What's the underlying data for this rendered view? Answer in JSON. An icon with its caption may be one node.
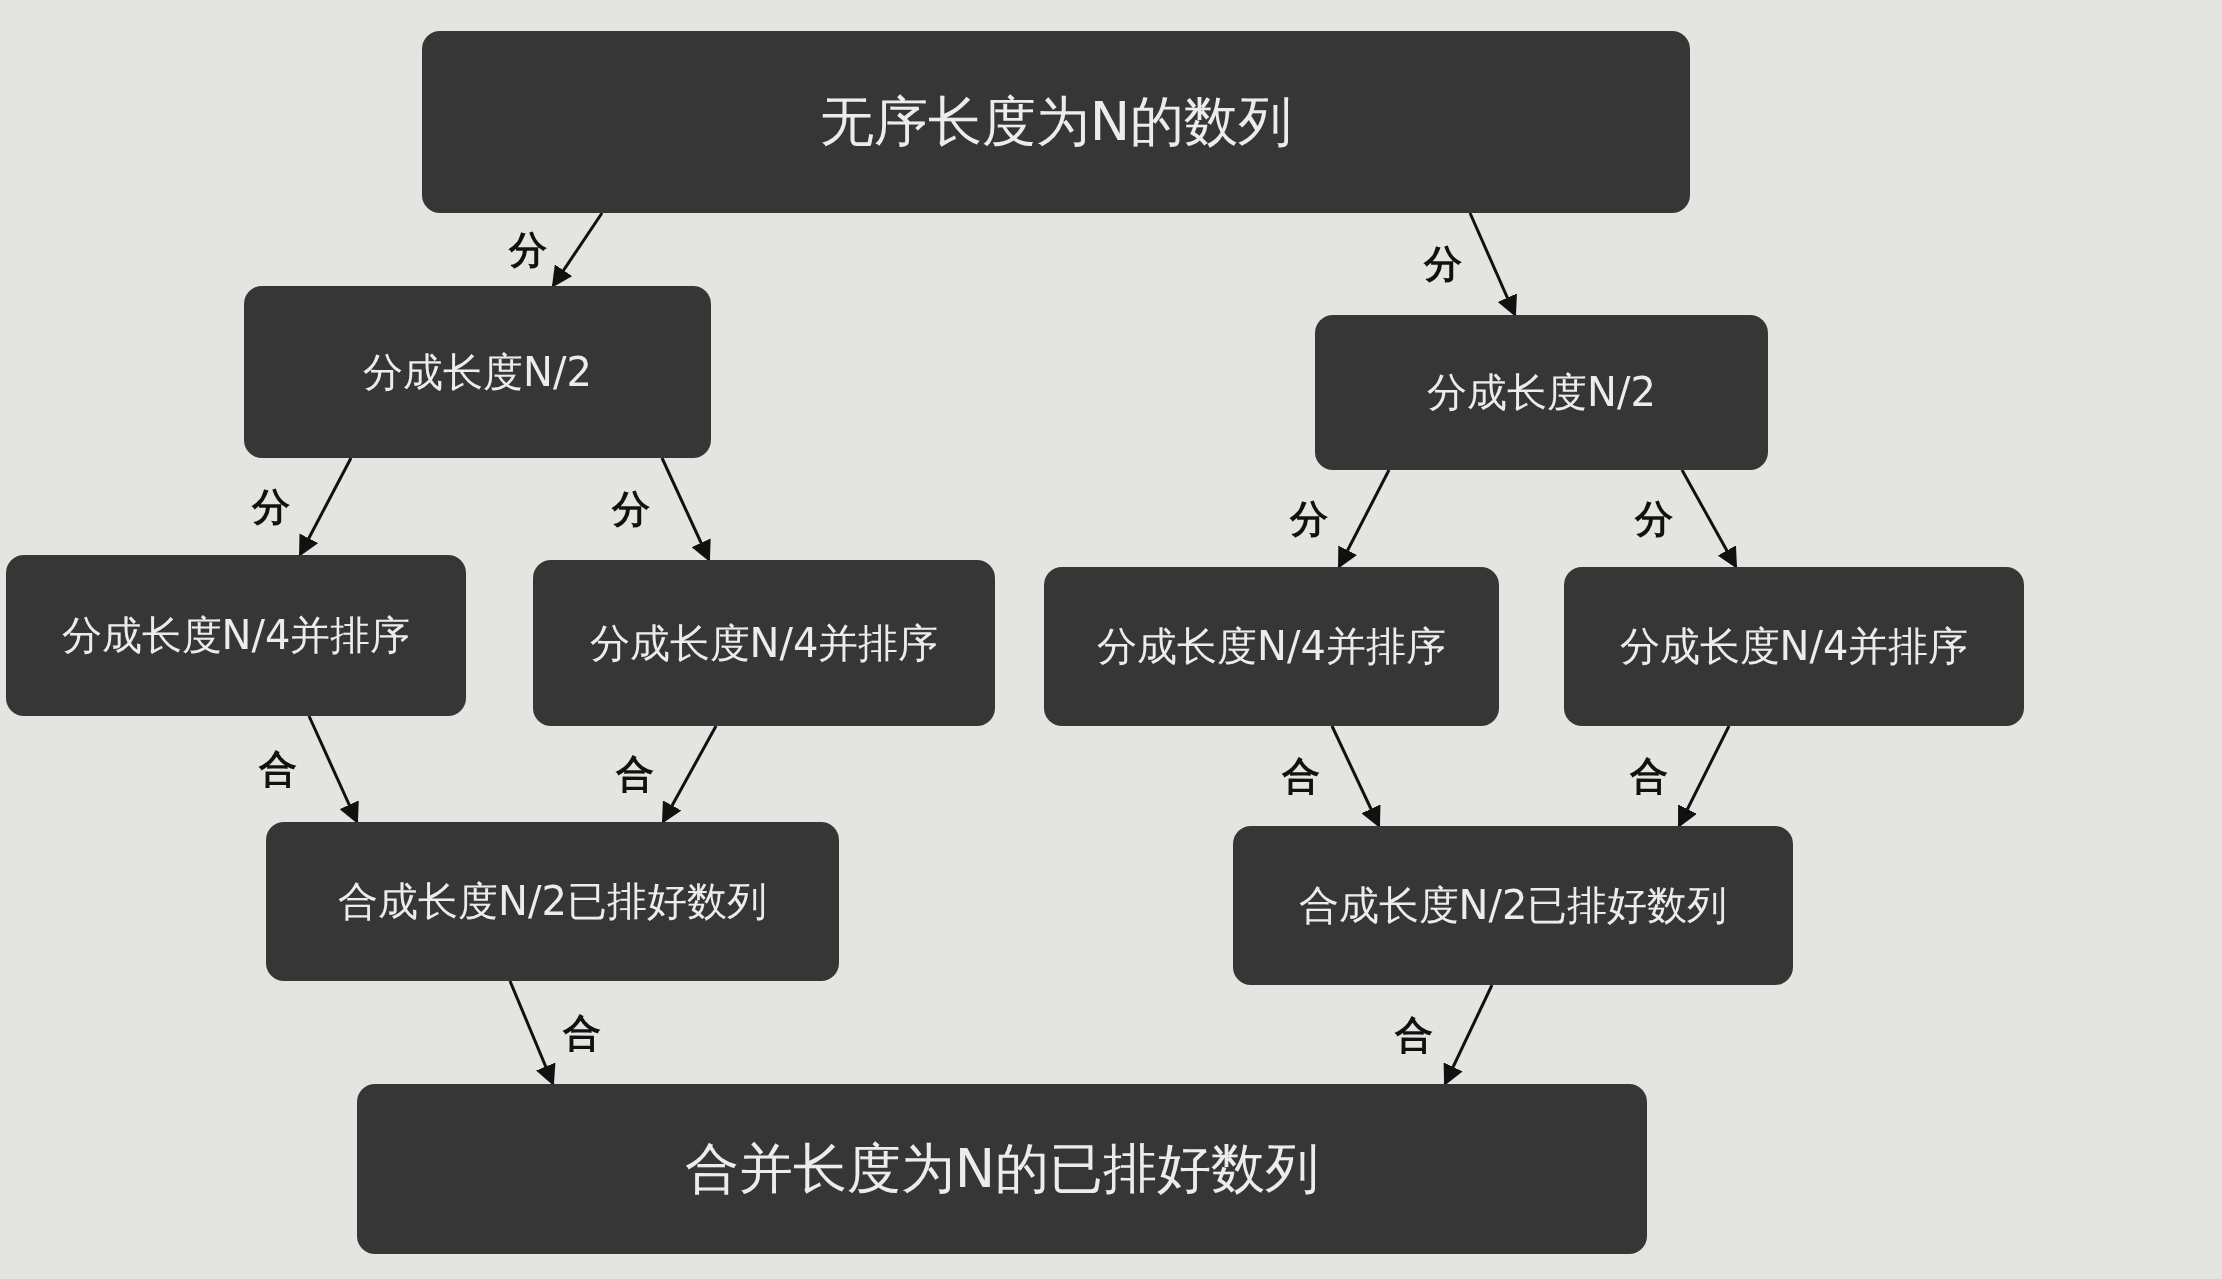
{
  "diagram": {
    "nodes": [
      {
        "text": [
          "无序长度为N的数列"
        ]
      },
      {
        "text": [
          "分成长度N/2"
        ]
      },
      {
        "text": [
          "分成长度N/2"
        ]
      },
      {
        "text": [
          "分成长度N/4并排序"
        ]
      },
      {
        "text": [
          "分成长度N/4并排序"
        ]
      },
      {
        "text": [
          "分成长度N/4并排序"
        ]
      },
      {
        "text": [
          "分成长度N/4并排序"
        ]
      },
      {
        "text": [
          "合成长度N/2已排好数列"
        ]
      },
      {
        "text": [
          "合成长度N/2已排好数列"
        ]
      },
      {
        "text": [
          "合并长度为N的已排好数列"
        ]
      }
    ],
    "edges": [
      {
        "from": 0,
        "to": 1,
        "arrow": "to",
        "label": "分"
      },
      {
        "from": 0,
        "to": 2,
        "arrow": "to",
        "label": "分"
      },
      {
        "from": 1,
        "to": 3,
        "arrow": "to",
        "label": "分"
      },
      {
        "from": 1,
        "to": 4,
        "arrow": "to",
        "label": "分"
      },
      {
        "from": 2,
        "to": 5,
        "arrow": "to",
        "label": "分"
      },
      {
        "from": 2,
        "to": 6,
        "arrow": "to",
        "label": "分"
      },
      {
        "from": 3,
        "to": 7,
        "arrow": "to",
        "label": "合"
      },
      {
        "from": 4,
        "to": 7,
        "arrow": "to",
        "label": "合"
      },
      {
        "from": 5,
        "to": 8,
        "arrow": "to",
        "label": "合"
      },
      {
        "from": 6,
        "to": 8,
        "arrow": "to",
        "label": "合"
      },
      {
        "from": 7,
        "to": 9,
        "arrow": "to",
        "label": "合"
      },
      {
        "from": 8,
        "to": 9,
        "arrow": "to",
        "label": "合"
      }
    ]
  }
}
